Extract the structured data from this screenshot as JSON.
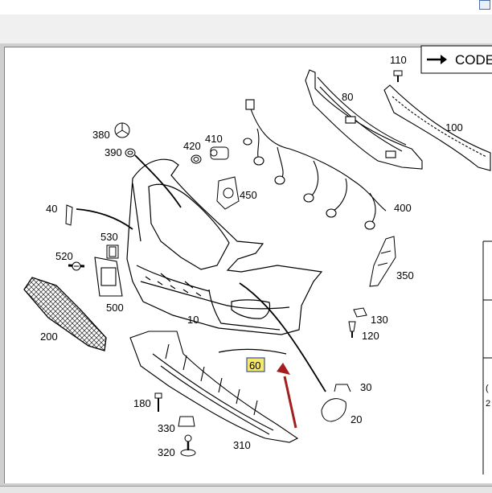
{
  "legend_box": {
    "label": "CODE"
  },
  "callouts": {
    "c10": "10",
    "c20": "20",
    "c30": "30",
    "c40": "40",
    "c60": "60",
    "c80": "80",
    "c100": "100",
    "c110": "110",
    "c120": "120",
    "c130": "130",
    "c180": "180",
    "c200": "200",
    "c310": "310",
    "c320": "320",
    "c330": "330",
    "c350": "350",
    "c380": "380",
    "c390": "390",
    "c400": "400",
    "c410": "410",
    "c420": "420",
    "c450": "450",
    "c500": "500",
    "c520": "520",
    "c530": "530"
  },
  "highlight_color": "#f6e96a",
  "arrow_color": "#a31f1f",
  "right_panel_fragments": {
    "a": "(",
    "b": "2"
  }
}
